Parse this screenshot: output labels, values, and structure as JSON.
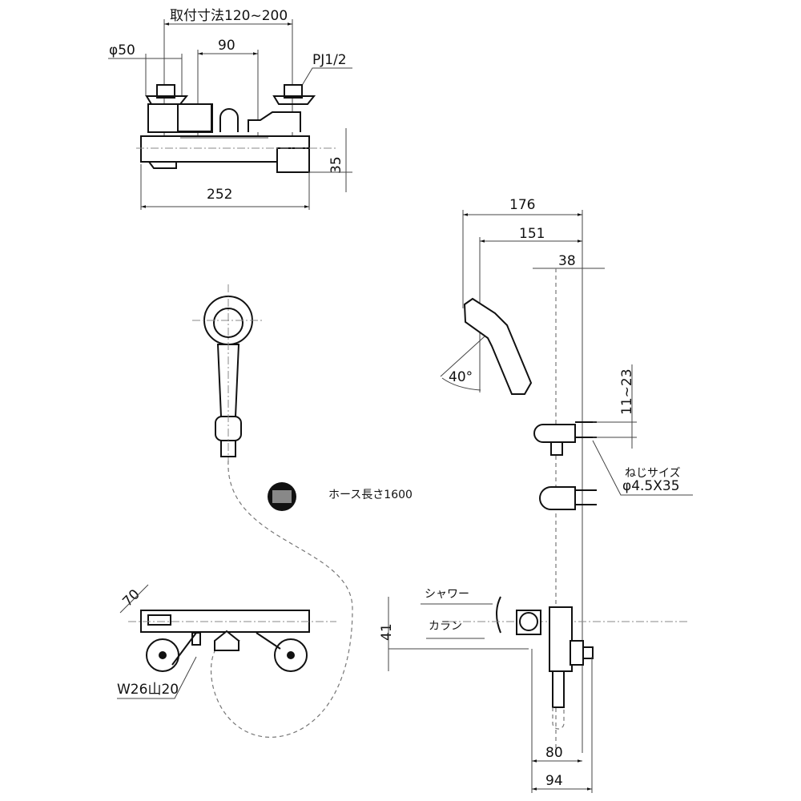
{
  "top_view": {
    "mount_pitch": "取付寸法120~200",
    "diameter": "φ50",
    "center_distance": "90",
    "pipe_thread": "PJ1/2",
    "height": "35",
    "width": "252"
  },
  "side_view": {
    "depth_176": "176",
    "depth_151": "151",
    "depth_38": "38",
    "angle": "40°",
    "adjust_range": "11~23",
    "screw_label": "ねじサイズ",
    "screw_size": "φ4.5X35"
  },
  "hose": {
    "length_label": "ホース長さ1600"
  },
  "front_view": {
    "depth_70": "70",
    "thread": "W26山20"
  },
  "right_view": {
    "shower_label": "シャワー",
    "faucet_label": "カラン",
    "height_41": "41",
    "depth_80": "80",
    "depth_94": "94"
  }
}
